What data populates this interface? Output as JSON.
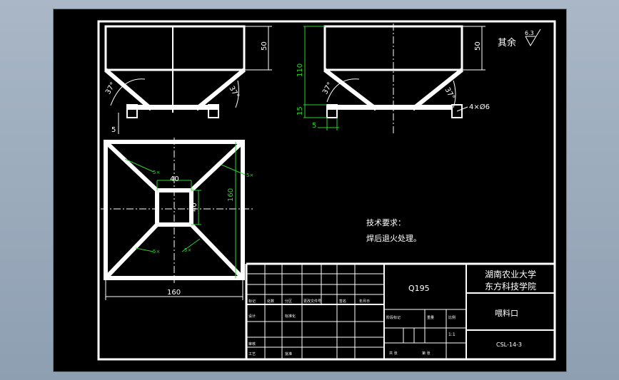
{
  "drawing": {
    "surface_note": "",
    "roughness_value": "6.3",
    "dims": {
      "front_height": "50",
      "angle_left": "37°",
      "angle_right": "37°",
      "small_dim": "5",
      "side_height": "50",
      "side_total_height": "110",
      "side_15": "15",
      "side_5": "5",
      "holes": "4×Ø6",
      "top_inner_width": "40",
      "top_inner_height": "40",
      "top_outer_height": "160",
      "top_outer_width": "160"
    },
    "weld_marks": [
      "5×",
      "5×",
      "5×",
      "5×"
    ],
    "remain_label": "其余"
  },
  "tech_requirements": {
    "title": "技术要求：",
    "item": "焊后退火处理。"
  },
  "title_block": {
    "material": "Q195",
    "school_line1": "湖南农业大学",
    "school_line2": "东方科技学院",
    "part_name": "喂料口",
    "drawing_no": "CSL-14-3",
    "scale": "1:1",
    "row_labels_a": [
      "标记",
      "处数",
      "分区",
      "更改文件号",
      "签名",
      "年月日"
    ],
    "row_labels_b": [
      "设计",
      "",
      "标准化",
      "",
      "阶段标记",
      "重量",
      "比例"
    ],
    "row_labels_c": [
      "审核",
      ""
    ],
    "row_labels_d": [
      "工艺",
      "批准",
      "共 张",
      "第 张"
    ]
  },
  "colors": {
    "line": "#ffffff",
    "dim": "#2dd22d",
    "background": "#000000"
  }
}
